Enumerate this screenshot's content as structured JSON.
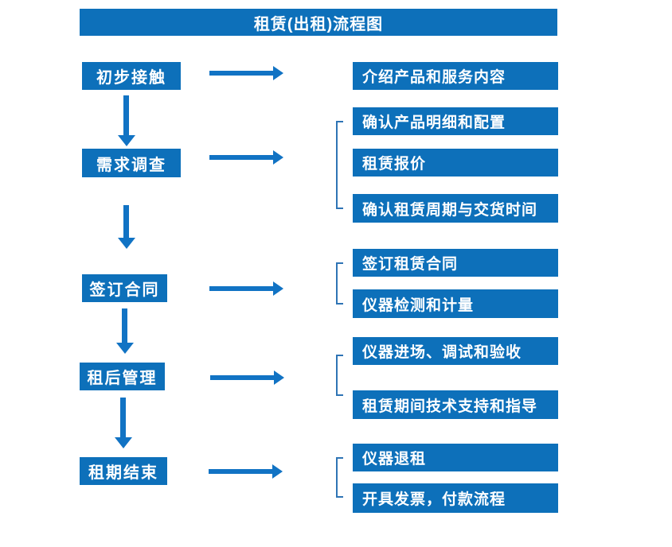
{
  "title": "租赁(出租)流程图",
  "colors": {
    "box_blue": "#0d70ba",
    "arrow_blue": "#1173c4",
    "bracket_blue": "#2e74b5",
    "text_white": "#ffffff"
  },
  "steps": [
    {
      "label": "初步接触",
      "details": [
        "介绍产品和服务内容"
      ]
    },
    {
      "label": "需求调查",
      "details": [
        "确认产品明细和配置",
        "租赁报价",
        "确认租赁周期与交货时间"
      ]
    },
    {
      "label": "签订合同",
      "details": [
        "签订租赁合同",
        "仪器检测和计量"
      ]
    },
    {
      "label": "租后管理",
      "details": [
        "仪器进场、调试和验收",
        "租赁期间技术支持和指导"
      ]
    },
    {
      "label": "租期结束",
      "details": [
        "仪器退租",
        "开具发票，付款流程"
      ]
    }
  ]
}
